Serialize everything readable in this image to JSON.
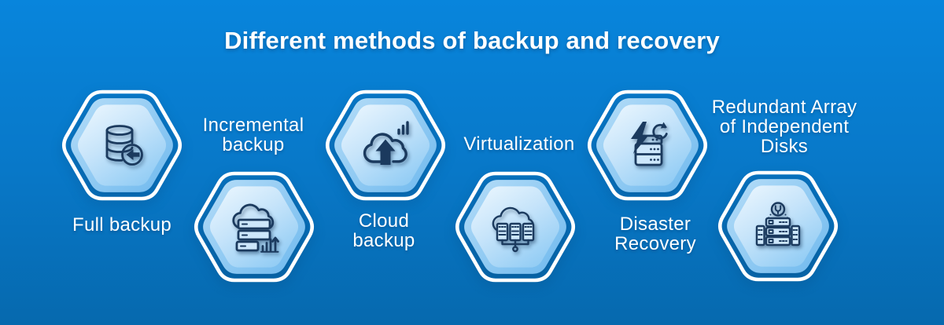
{
  "title": "Different methods of backup and recovery",
  "items": [
    {
      "label": "Full backup",
      "icon": "database-restore-icon"
    },
    {
      "label": "Incremental backup",
      "icon": "cloud-server-growth-icon"
    },
    {
      "label": "Cloud backup",
      "icon": "cloud-upload-icon"
    },
    {
      "label": "Virtualization",
      "icon": "cloud-virtual-servers-icon"
    },
    {
      "label": "Disaster Recovery",
      "icon": "server-lightning-restore-icon"
    },
    {
      "label": "Redundant Array of Independent Disks",
      "icon": "server-rack-maintenance-icon"
    }
  ],
  "colors": {
    "background_top": "#0885dc",
    "background_bottom": "#0669ae",
    "hex_outline": "#ffffff",
    "hex_rim": "#7cc0f0",
    "hex_body_light": "#e8f5fe",
    "hex_body_deep": "#8fcbf4",
    "icon_ink": "#1b3a5e",
    "text": "#ffffff"
  }
}
